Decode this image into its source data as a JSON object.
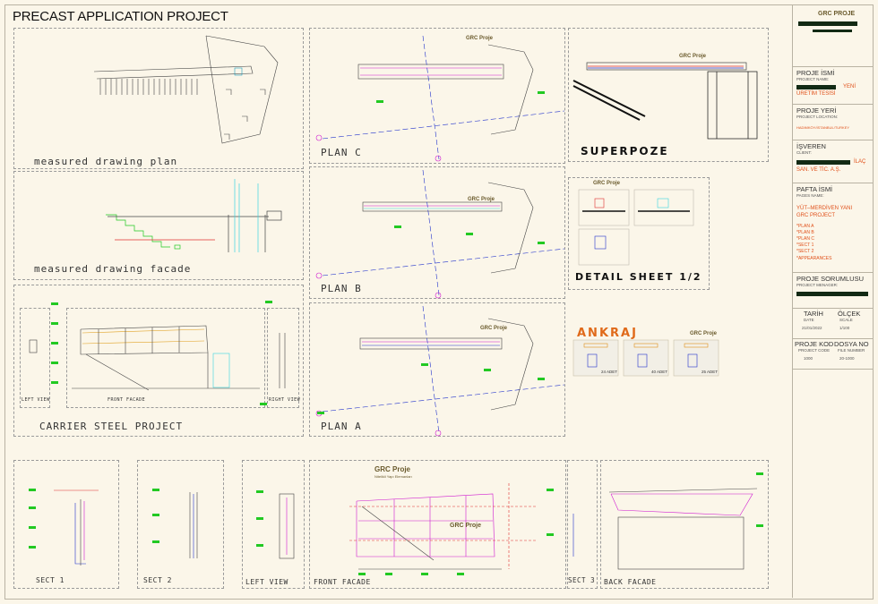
{
  "title": "PRECAST APPLICATION PROJECT",
  "panels": {
    "plan": "measured drawing plan",
    "facade": "measured drawing facade",
    "carrier": "CARRIER STEEL PROJECT",
    "carrier_left": "LEFT VIEW",
    "carrier_front": "FRONT FACADE",
    "carrier_right": "RIGHT VIEW",
    "plan_c": "PLAN C",
    "plan_b": "PLAN B",
    "plan_a": "PLAN A",
    "superpoze": "SUPERPOZE",
    "detail": "DETAIL SHEET 1/2",
    "ankraj": "ANKRAJ",
    "sect1": "SECT 1",
    "sect2": "SECT 2",
    "left_view": "LEFT VIEW",
    "front_facade": "FRONT FACADE",
    "sect3": "SECT 3",
    "back_facade": "BACK FACADE"
  },
  "ankraj_qty": [
    "24 ADET",
    "40 ADET",
    "25 ADET"
  ],
  "logo": {
    "name": "GRC Proje",
    "tagline": "Nitelikli Yapı Elemanları"
  },
  "title_block": {
    "logo": "GRC PROJE",
    "project_name_label": "PROJE İSMİ",
    "project_name_sub": "PROJECT NAME:",
    "project_name_value_a": "YENİ",
    "project_name_value_b": "ÜRETİM TESİSİ",
    "location_label": "PROJE YERİ",
    "location_sub": "PROJECT LOCATION:",
    "location_value": "HADIMKÖY/İSTANBUL/TURKEY",
    "client_label": "İŞVEREN",
    "client_sub": "CLIENT:",
    "client_value_a": "İLAÇ",
    "client_value_b": "SAN. VE TİC. A.Ş.",
    "pages_label": "PAFTA İSMİ",
    "pages_sub": "PAGES NAME:",
    "pages_value_a": "YÜT–MERDİVEN YANI",
    "pages_value_b": "GRC PROJECT",
    "pages_list": [
      "*PLAN A",
      "*PLAN B",
      "*PLAN C",
      "*SECT 1",
      "*SECT 2",
      "*APPEARANCES"
    ],
    "manager_label": "PROJE SORUMLUSU",
    "manager_sub": "PROJECT MENAGER:",
    "date_label": "TARİH",
    "date_sub": "DATE",
    "date_value": "21/01/2022",
    "scale_label": "ÖLÇEK",
    "scale_sub": "SCALE",
    "scale_value": "1/100",
    "code_label": "PROJE KOD",
    "code_sub": "PROJECT CODE",
    "code_value": "1000",
    "file_label": "DOSYA NO",
    "file_sub": "FILE NUMBER",
    "file_value": "20-1000"
  },
  "colors": {
    "accent": "#e06a1a",
    "magenta": "#d01ad0",
    "green": "#22c922",
    "cyan": "#3ad6e0",
    "blue": "#2233cc"
  }
}
